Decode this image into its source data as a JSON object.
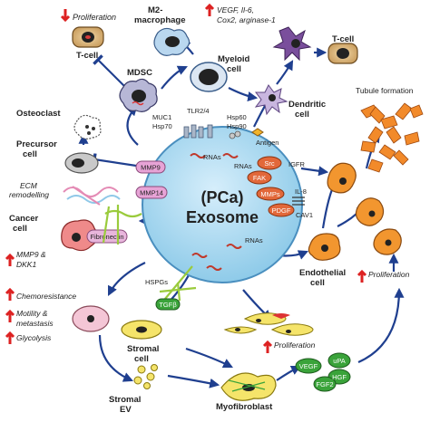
{
  "center": {
    "line1": "(PCa)",
    "line2": "Exosome"
  },
  "cells": {
    "t_cell_top": "T-cell",
    "m2": [
      "M2-",
      "macrophage"
    ],
    "t_cell_right": "T-cell",
    "mdsc": "MDSC",
    "myeloid": [
      "Myeloid",
      "cell"
    ],
    "dendritic": [
      "Dendritic",
      "cell"
    ],
    "osteoclast": "Osteoclast",
    "precursor": [
      "Precursor",
      "cell"
    ],
    "cancer": [
      "Cancer",
      "cell"
    ],
    "endothelial": [
      "Endothelial",
      "cell"
    ],
    "stromal": [
      "Stromal",
      "cell"
    ],
    "stromal_ev": [
      "Stromal",
      "EV"
    ],
    "myofibroblast": "Myofibroblast"
  },
  "annotations": {
    "proliferation_top": "Proliferation",
    "m2_effects": [
      "VEGF, Il-6,",
      "Cox2, arginase-1"
    ],
    "tubule": "Tubule formation",
    "ecm": [
      "ECM",
      "remodelling"
    ],
    "cancer_effects": [
      "MMP9 &",
      "DKK1"
    ],
    "chemoresistance": "Chemoresistance",
    "motility": [
      "Motility &",
      "metastasis"
    ],
    "glycolysis": "Glycolysis",
    "proliferation_endo": "Proliferation",
    "proliferation_stromal": "Proliferation"
  },
  "molecules": {
    "muc1": "MUC1",
    "tlr": "TLR2/4",
    "hsp70": "Hsp70",
    "hsp": [
      "Hsp60",
      "Hsp90"
    ],
    "antigen": "Antigen",
    "rnas_left": "RNAs",
    "rnas_mid": "RNAs",
    "rnas_bottom": "RNAs",
    "mmp9": "MMP9",
    "mmp14": "MMP14",
    "fibronectin": "Fibronectin",
    "src": "Src",
    "fak": "FAK",
    "mmps": "MMPs",
    "pdgf": "PDGF",
    "igfr": "IGFR",
    "il8": "IL-8",
    "cav1": "CAV1",
    "hspgs": "HSPGs",
    "tgfb": "TGFβ",
    "vegf": "VEGF",
    "upa": "uPA",
    "hgf": "HGF",
    "fgf2": "FGF2"
  }
}
